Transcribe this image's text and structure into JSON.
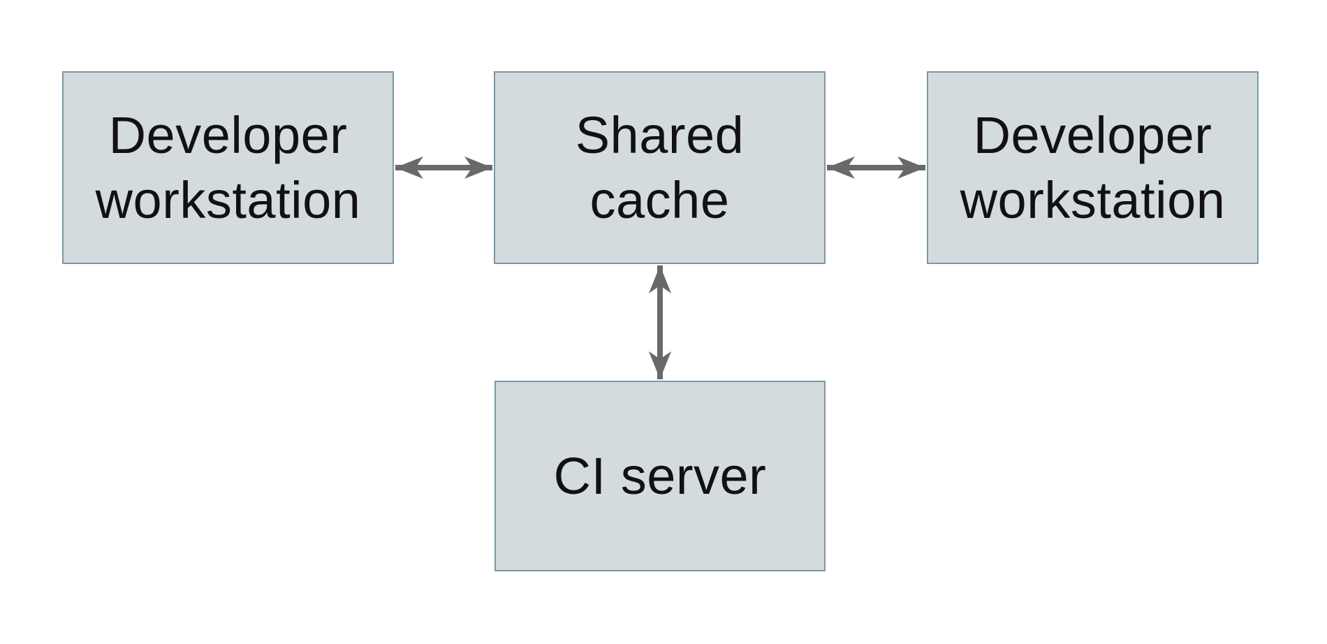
{
  "theme": {
    "background": "#ffffff",
    "box_fill": "#d4dbde",
    "box_border": "#7d97a2",
    "arrow_color": "#696969",
    "text_color": "#111111"
  },
  "diagram": {
    "type": "architecture-diagram",
    "nodes": {
      "dev_left": {
        "label": "Developer workstation",
        "line1": "Developer",
        "line2": "workstation"
      },
      "shared_cache": {
        "label": "Shared cache",
        "line1": "Shared",
        "line2": "cache"
      },
      "dev_right": {
        "label": "Developer workstation",
        "line1": "Developer",
        "line2": "workstation"
      },
      "ci_server": {
        "label": "CI server",
        "line1": "CI server"
      }
    },
    "edges": [
      {
        "from": "dev_left",
        "to": "shared_cache",
        "direction": "bidirectional"
      },
      {
        "from": "shared_cache",
        "to": "dev_right",
        "direction": "bidirectional"
      },
      {
        "from": "shared_cache",
        "to": "ci_server",
        "direction": "bidirectional"
      }
    ]
  }
}
